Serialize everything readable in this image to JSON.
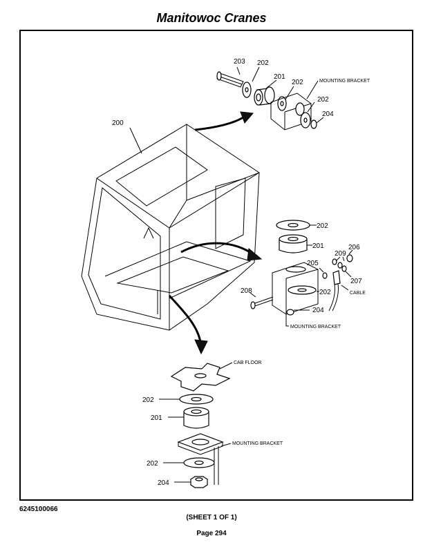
{
  "header": {
    "title": "Manitowoc Cranes"
  },
  "footer": {
    "part_number": "6245100066",
    "sheet": "(SHEET 1 OF 1)",
    "page": "Page 294"
  },
  "callouts": {
    "cab": "200",
    "top": {
      "bolt": "203",
      "washer_a": "202",
      "bushing": "201",
      "washer_b": "202",
      "washer_c": "202",
      "nut": "204",
      "bracket": "MOUNTING BRACKET"
    },
    "right": {
      "washer_top": "202",
      "bushing": "201",
      "item_209": "209",
      "item_206": "206",
      "item_205": "205",
      "item_207": "207",
      "bolt": "208",
      "washer": "202",
      "cable": "CABLE",
      "nut": "204",
      "bracket": "MOUNTING BRACKET"
    },
    "bottom": {
      "floor": "CAB FLOOR",
      "washer_top": "202",
      "bushing": "201",
      "bracket": "MOUNTING BRACKET",
      "washer_bottom": "202",
      "nut": "204"
    }
  }
}
